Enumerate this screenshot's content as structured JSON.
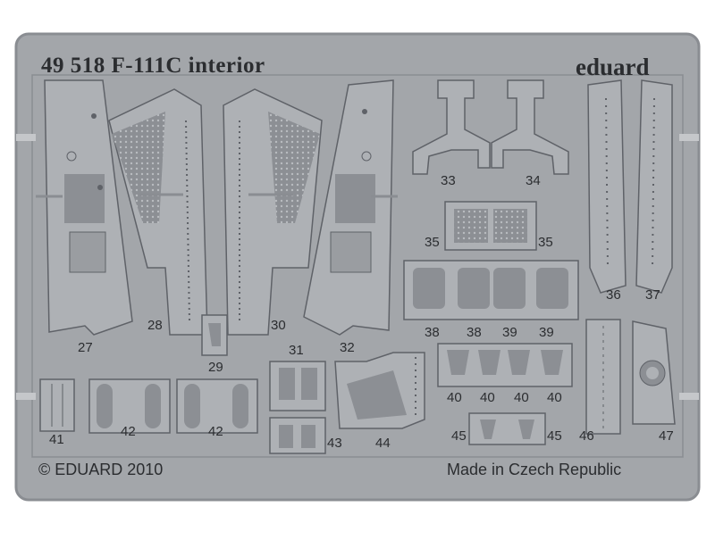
{
  "sheet": {
    "title": "49 518  F-111C interior",
    "brand": "eduard",
    "copyright": "© EDUARD 2010",
    "made_in": "Made in Czech Republic"
  },
  "part_labels": [
    "27",
    "28",
    "29",
    "30",
    "31",
    "32",
    "33",
    "34",
    "35",
    "35",
    "36",
    "37",
    "38",
    "38",
    "39",
    "39",
    "40",
    "40",
    "40",
    "40",
    "41",
    "42",
    "42",
    "43",
    "44",
    "45",
    "45",
    "46",
    "47"
  ],
  "colors": {
    "fret": "#a3a6aa",
    "fret_edge": "#8a8d92",
    "part": "#aeb1b5",
    "part_dark": "#8c8f94",
    "etch_line": "#5f6268",
    "text": "#2b2d30"
  }
}
